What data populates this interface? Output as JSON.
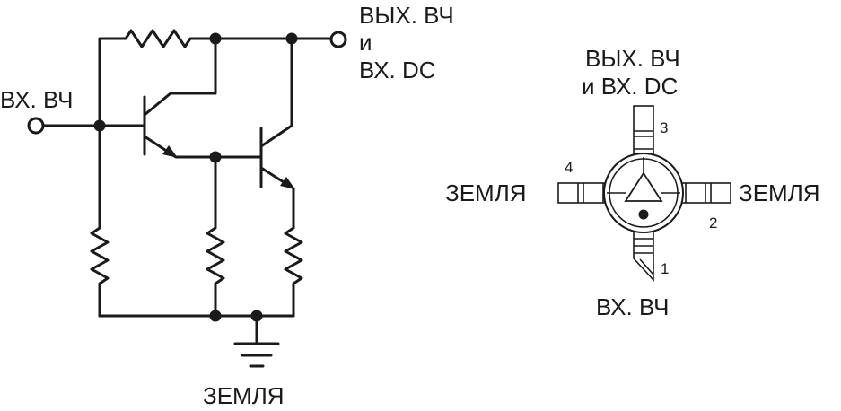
{
  "schematic": {
    "labels": {
      "out_line1": "ВЫХ. ВЧ",
      "out_line2": "и",
      "out_line3": "ВХ. DC",
      "rf_in": "ВХ. ВЧ",
      "ground": "ЗЕМЛЯ"
    }
  },
  "package": {
    "labels": {
      "top_line1": "ВЫХ. ВЧ",
      "top_line2": "и ВХ. DC",
      "left": "ЗЕМЛЯ",
      "right": "ЗЕМЛЯ",
      "bottom": "ВХ. ВЧ"
    },
    "pins": {
      "p1": "1",
      "p2": "2",
      "p3": "3",
      "p4": "4"
    }
  }
}
